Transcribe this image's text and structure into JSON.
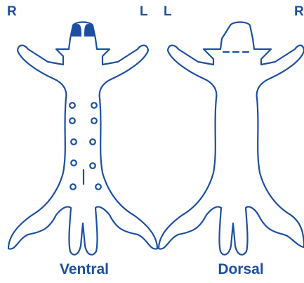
{
  "colors": {
    "ink": "#1c4fa0",
    "background": "#ffffff"
  },
  "ventral": {
    "title": "Ventral",
    "left_side_label": "R",
    "right_side_label": "L",
    "nipple_count": 10
  },
  "dorsal": {
    "title": "Dorsal",
    "left_side_label": "L",
    "right_side_label": "R"
  }
}
